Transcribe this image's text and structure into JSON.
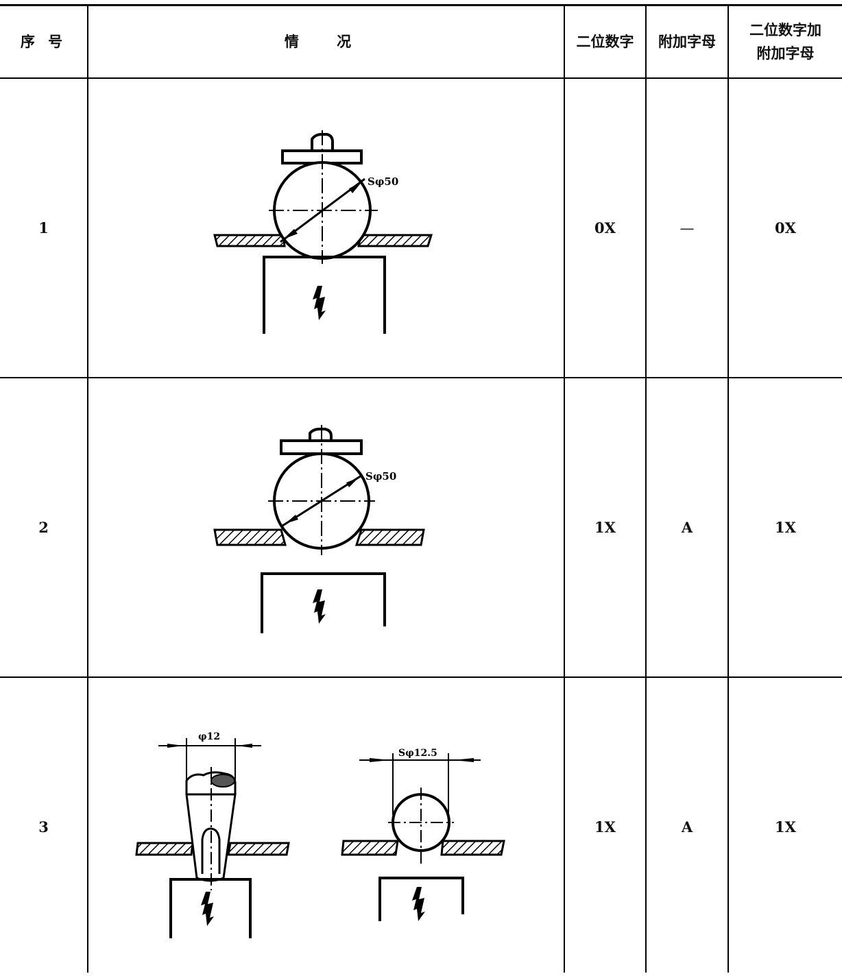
{
  "table": {
    "headers": {
      "seq": "序 号",
      "situation": "情 况",
      "two_digit": "二位数字",
      "letter": "附加字母",
      "combined_line1": "二位数字加",
      "combined_line2": "附加字母"
    },
    "rows": [
      {
        "seq": "1",
        "two_digit": "0X",
        "letter": "—",
        "combined": "0X",
        "fig_labels": [
          "Sφ50"
        ]
      },
      {
        "seq": "2",
        "two_digit": "1X",
        "letter": "A",
        "combined": "1X",
        "fig_labels": [
          "Sφ50"
        ]
      },
      {
        "seq": "3",
        "two_digit": "1X",
        "letter": "A",
        "combined": "1X",
        "fig_labels": [
          "φ12",
          "Sφ12.5"
        ]
      }
    ]
  }
}
